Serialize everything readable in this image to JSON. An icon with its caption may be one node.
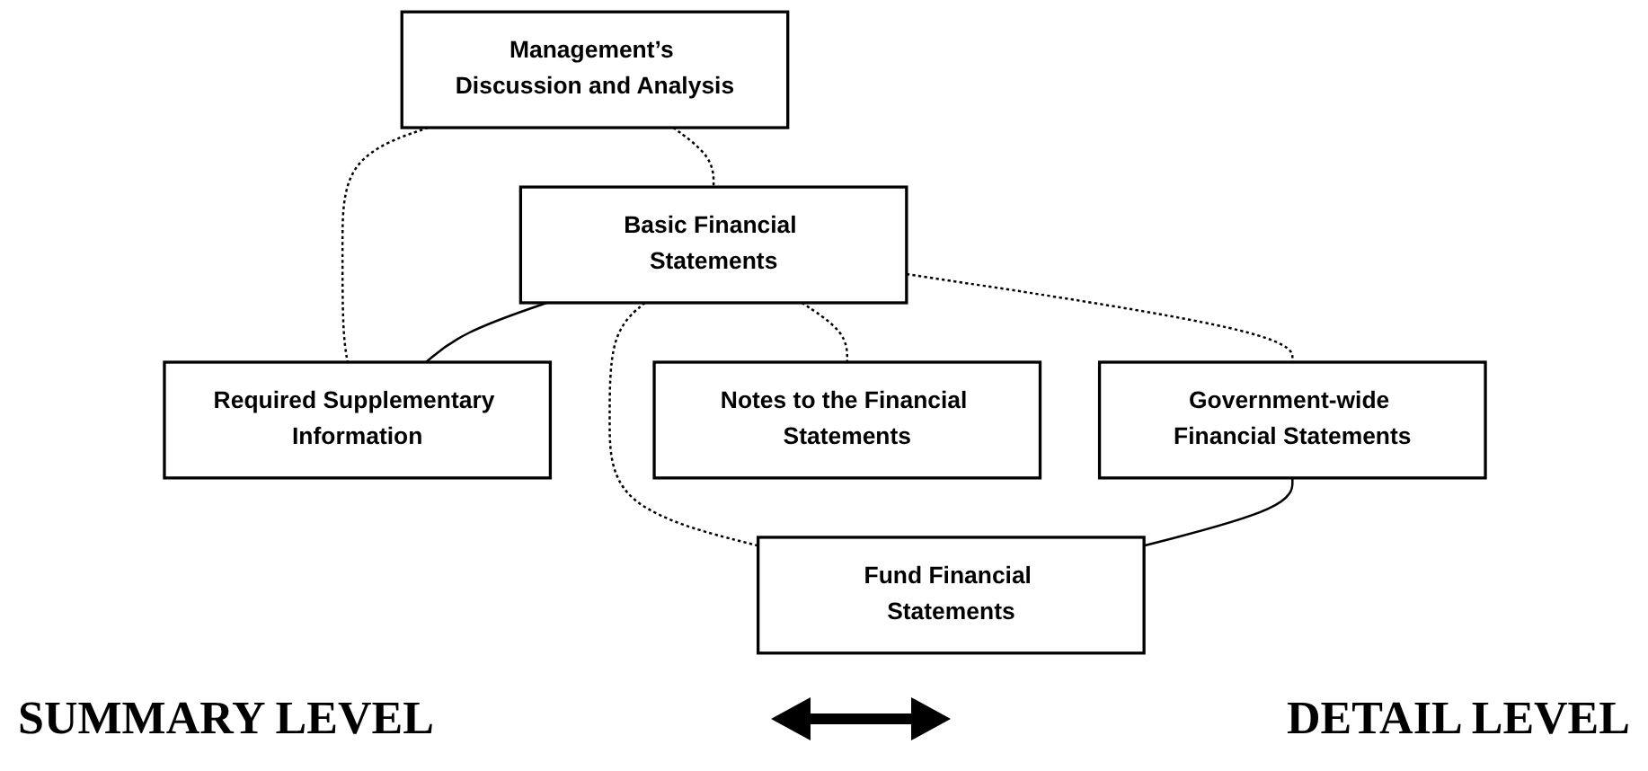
{
  "diagram": {
    "nodes": [
      {
        "text": [
          "Management’s Discussion and Analysis"
        ]
      },
      {
        "text": [
          "Basic Financial Statements"
        ]
      },
      {
        "text": [
          "Required Supplementary Information"
        ]
      },
      {
        "text": [
          "Government-wide Financial Statements"
        ]
      },
      {
        "text": [
          "Fund Financial Statements"
        ]
      },
      {
        "text": [
          "Notes to the Financial Statements"
        ]
      }
    ],
    "edges": [
      {
        "from": 0,
        "to": 1,
        "arrow": "none",
        "style": "dashed"
      },
      {
        "from": 0,
        "to": 2,
        "arrow": "none",
        "style": "dashed"
      },
      {
        "from": 1,
        "to": 2,
        "arrow": "none"
      },
      {
        "from": 1,
        "to": 3,
        "arrow": "none",
        "style": "dashed"
      },
      {
        "from": 1,
        "to": 4,
        "arrow": "none",
        "style": "dashed"
      },
      {
        "from": 1,
        "to": 5,
        "arrow": "none",
        "style": "dashed"
      },
      {
        "from": 3,
        "to": 4,
        "arrow": "none"
      }
    ],
    "labels": [
      "SUMMARY LEVEL",
      "DETAIL LEVEL"
    ]
  }
}
